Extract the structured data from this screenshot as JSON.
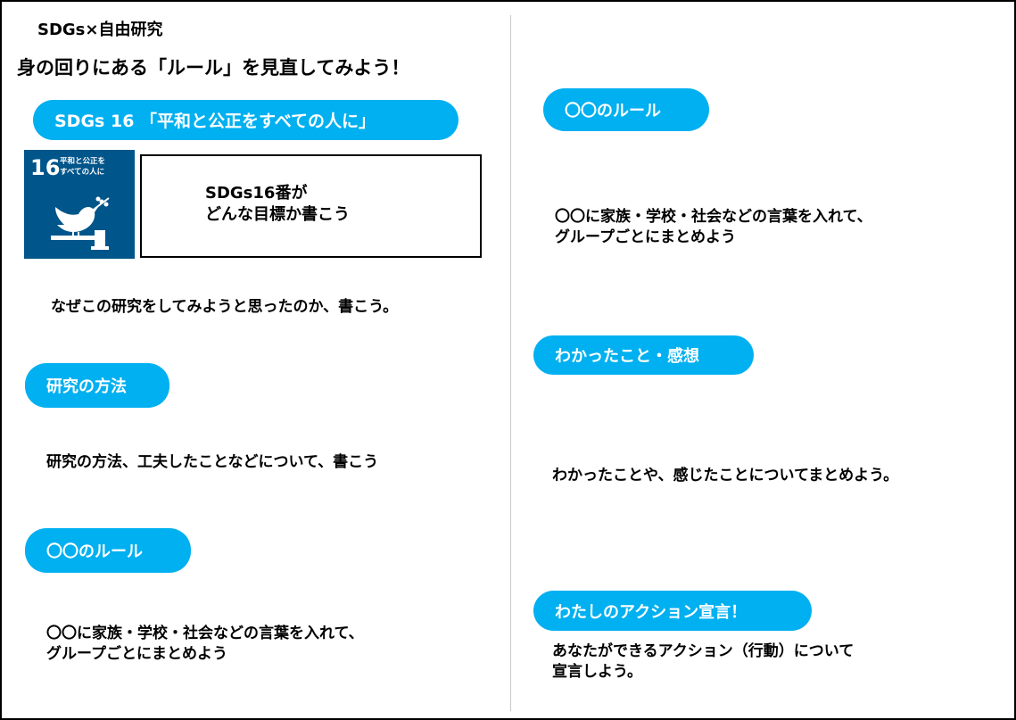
{
  "header": {
    "subtitle": "SDGs×自由研究",
    "title": "身の回りにある「ルール」を見直してみよう！"
  },
  "left": {
    "goal_pill": "SDGs 16 「平和と公正をすべての人に」",
    "sdg_icon": {
      "number": "16",
      "label_line1": "平和と公正を",
      "label_line2": "すべての人に"
    },
    "goal_box": {
      "line1": "SDGs16番が",
      "line2": "どんな目標か書こう"
    },
    "reason_text": "なぜこの研究をしてみようと思ったのか、書こう。",
    "method_pill": "研究の方法",
    "method_text": "研究の方法、工夫したことなどについて、書こう",
    "rule_pill": "〇〇のルール",
    "rule_text_line1": "〇〇に家族・学校・社会などの言葉を入れて、",
    "rule_text_line2": "グループごとにまとめよう"
  },
  "right": {
    "rule_pill": "〇〇のルール",
    "rule_text_line1": "〇〇に家族・学校・社会などの言葉を入れて、",
    "rule_text_line2": "グループごとにまとめよう",
    "findings_pill": "わかったこと・感想",
    "findings_text": "わかったことや、感じたことについてまとめよう。",
    "action_pill": "わたしのアクション宣言！",
    "action_text_line1": "あなたができるアクション（行動）について",
    "action_text_line2": "宣言しよう。"
  },
  "colors": {
    "pill": "#00b0f0",
    "sdg16": "#00558a"
  }
}
